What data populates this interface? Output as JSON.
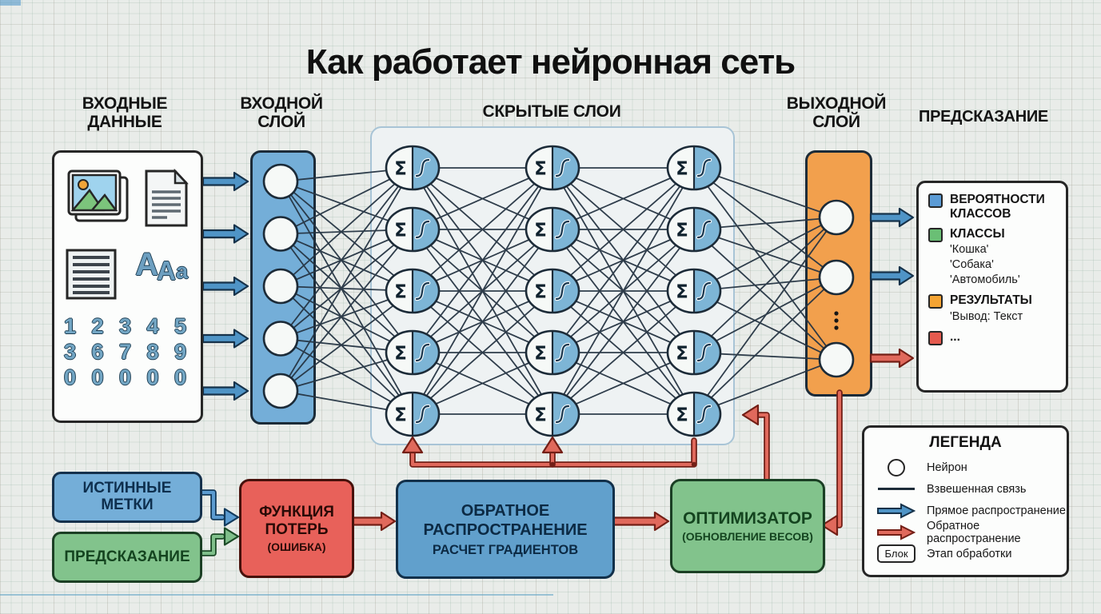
{
  "title": "Как работает нейронная сеть",
  "labels": {
    "input_data": "ВХОДНЫЕ ДАННЫЕ",
    "input_layer": "ВХОДНОЙ СЛОЙ",
    "hidden_layers": "СКРЫТЫЕ СЛОИ",
    "output_layer": "ВЫХОДНОЙ СЛОЙ",
    "prediction_header": "ПРЕДСКАЗАНИЕ"
  },
  "input_data": {
    "icons": [
      "photo-stack-icon",
      "document-icon",
      "text-lines-icon"
    ],
    "letters": "AAa",
    "letters_parts": [
      "A",
      "A",
      "a"
    ],
    "digits_rows": [
      "1 2 3 4 5",
      "3 6 7 8 9",
      "0 0 0 0 0"
    ]
  },
  "network": {
    "layers": {
      "input_neurons": 5,
      "hidden_columns": 3,
      "hidden_neurons_per_column": 5,
      "output_neurons": 3
    },
    "neuron_glyphs": {
      "sum": "Σ",
      "activation": "sigmoid-curve"
    },
    "output_ellipsis": "⋮"
  },
  "prediction_panel": {
    "items": [
      {
        "color": "#5b9bd5",
        "label": "ВЕРОЯТНОСТИ КЛАССОВ",
        "sublines": []
      },
      {
        "color": "#6abf75",
        "label": "КЛАССЫ",
        "sublines": [
          "'Кошка'",
          "'Собака'",
          "'Автомобиль'"
        ]
      },
      {
        "color": "#f5a433",
        "label": "РЕЗУЛЬТАТЫ",
        "sublines": [
          "'Вывод: Текст"
        ]
      },
      {
        "color": "#e55a4e",
        "label": "...",
        "sublines": []
      }
    ]
  },
  "pipeline": {
    "true_labels": {
      "label": "ИСТИННЫЕ МЕТКИ"
    },
    "prediction": {
      "label": "ПРЕДСКАЗАНИЕ"
    },
    "loss": {
      "title": "ФУНКЦИЯ ПОТЕРЬ",
      "subtitle": "(ОШИБКА)"
    },
    "backprop": {
      "title": "ОБРАТНОЕ РАСПРОСТРАНЕНИЕ",
      "subtitle": "РАСЧЕТ ГРАДИЕНТОВ"
    },
    "optimizer": {
      "title": "ОПТИМИЗАТОР",
      "subtitle": "(ОБНОВЛЕНИЕ ВЕСОВ)"
    }
  },
  "legend": {
    "title": "ЛЕГЕНДА",
    "items": [
      {
        "icon": "neuron-circle-icon",
        "label": "Нейрон"
      },
      {
        "icon": "weighted-link-line-icon",
        "label": "Взвешенная связь"
      },
      {
        "icon": "blue-arrow-icon",
        "label": "Прямое распространение"
      },
      {
        "icon": "red-arrow-icon",
        "label": "Обратное распространение"
      },
      {
        "icon": "block-chip-icon",
        "icon_text": "Блок",
        "label": "Этап обработки"
      }
    ]
  },
  "colors": {
    "forward_arrow_fill": "#4f94c6",
    "forward_arrow_stroke": "#16324a",
    "backward_arrow_fill": "#e0695c",
    "backward_arrow_stroke": "#731f16",
    "green_arrow_fill": "#7fbf8a",
    "green_arrow_stroke": "#1b4a26",
    "input_layer_fill": "#74aed8",
    "hidden_neuron_fill": "#7db5d6",
    "output_layer_fill": "#f2a04d",
    "connection_stroke": "#253443"
  }
}
